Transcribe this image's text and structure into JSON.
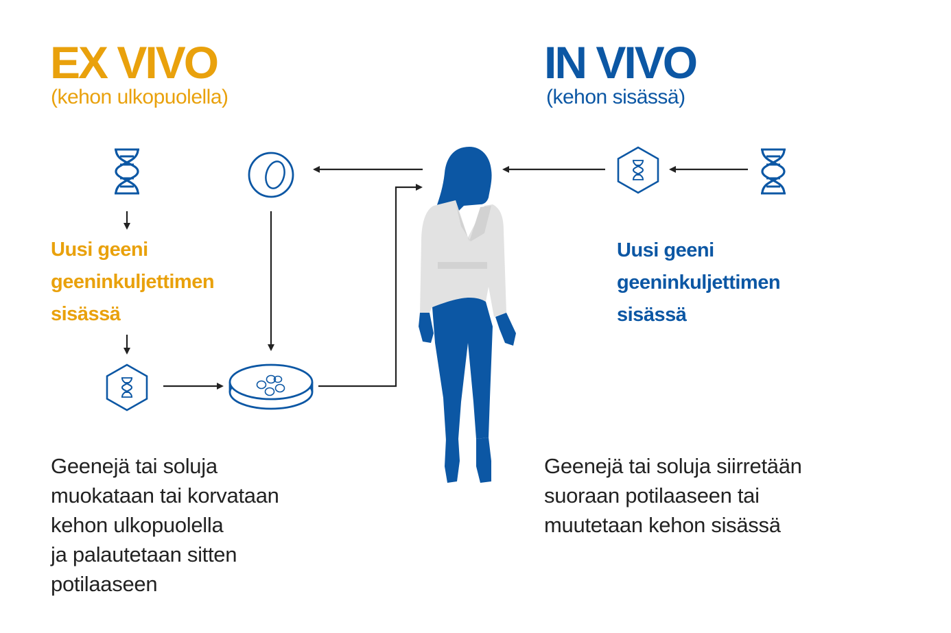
{
  "colors": {
    "ex_vivo_accent": "#e9a10c",
    "in_vivo_accent": "#0c57a4",
    "arrow": "#222222",
    "figure_blue": "#0c57a4",
    "figure_jacket": "#e2e2e2"
  },
  "ex_vivo": {
    "title": "EX VIVO",
    "subtitle": "(kehon ulkopuolella)",
    "gene_lines": [
      "Uusi geeni",
      "geeninkuljettimen",
      "sisässä"
    ],
    "description_lines": [
      "Geenejä tai soluja",
      "muokataan tai korvataan",
      "kehon ulkopuolella",
      "ja palautetaan sitten",
      "potilaaseen"
    ]
  },
  "in_vivo": {
    "title": "IN VIVO",
    "subtitle": "(kehon sisässä)",
    "gene_lines": [
      "Uusi geeni",
      "geeninkuljettimen",
      "sisässä"
    ],
    "description_lines": [
      "Geenejä tai soluja siirretään",
      "suoraan potilaaseen tai",
      "muutetaan kehon sisässä"
    ]
  },
  "icons": {
    "dna": "dna-helix-icon",
    "vector": "hexagon-vector-icon",
    "cell": "cell-icon",
    "dish": "petri-dish-icon",
    "patient": "patient-silhouette-icon"
  }
}
